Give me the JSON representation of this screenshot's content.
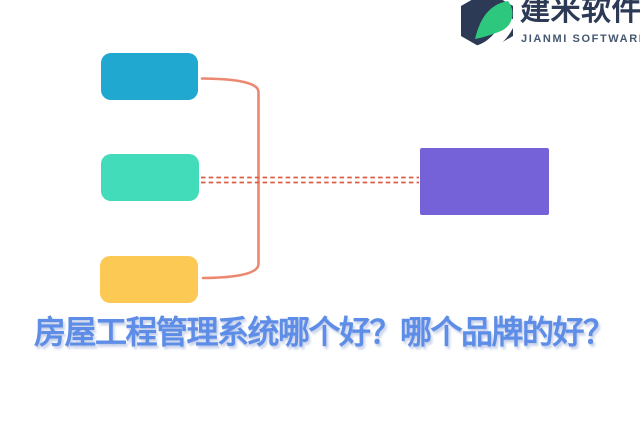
{
  "brand": {
    "name": "建米软件",
    "subtitle": "JIANMI SOFTWARE",
    "icon": "jianmi-hexagon-leaf-logo",
    "navy": "#2c3a55",
    "green": "#2dc87e",
    "subtitle_color": "#46586f"
  },
  "headline": {
    "text": "房屋工程管理系统哪个好？哪个品牌的好？",
    "color": "#5d8de6"
  },
  "diagram": {
    "nodes": [
      {
        "id": "topic-top",
        "label": "",
        "color": "#21a8d1"
      },
      {
        "id": "topic-middle",
        "label": "",
        "color": "#43dcba"
      },
      {
        "id": "topic-bottom",
        "label": "",
        "color": "#fcc955"
      },
      {
        "id": "main-topic",
        "label": "",
        "color": "#7562d8"
      }
    ],
    "connectors": {
      "bracket_color": "#ec8770",
      "dashed_color": "#dc5c44"
    }
  }
}
